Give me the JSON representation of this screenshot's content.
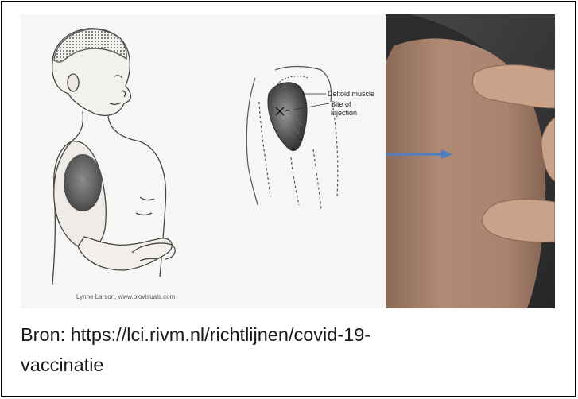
{
  "figure": {
    "labels": {
      "muscle": "Deltoid muscle",
      "site_line1": "Site of",
      "site_line2": "injection",
      "credit": "Lynne Larson, www.biovisuals.com"
    },
    "colors": {
      "arrow": "#4a7fc4",
      "skin": "#b08a74",
      "background_dark": "#3a3a3a"
    }
  },
  "caption": {
    "line1": "Bron: https://lci.rivm.nl/richtlijnen/covid-19-",
    "line2": "vaccinatie"
  }
}
